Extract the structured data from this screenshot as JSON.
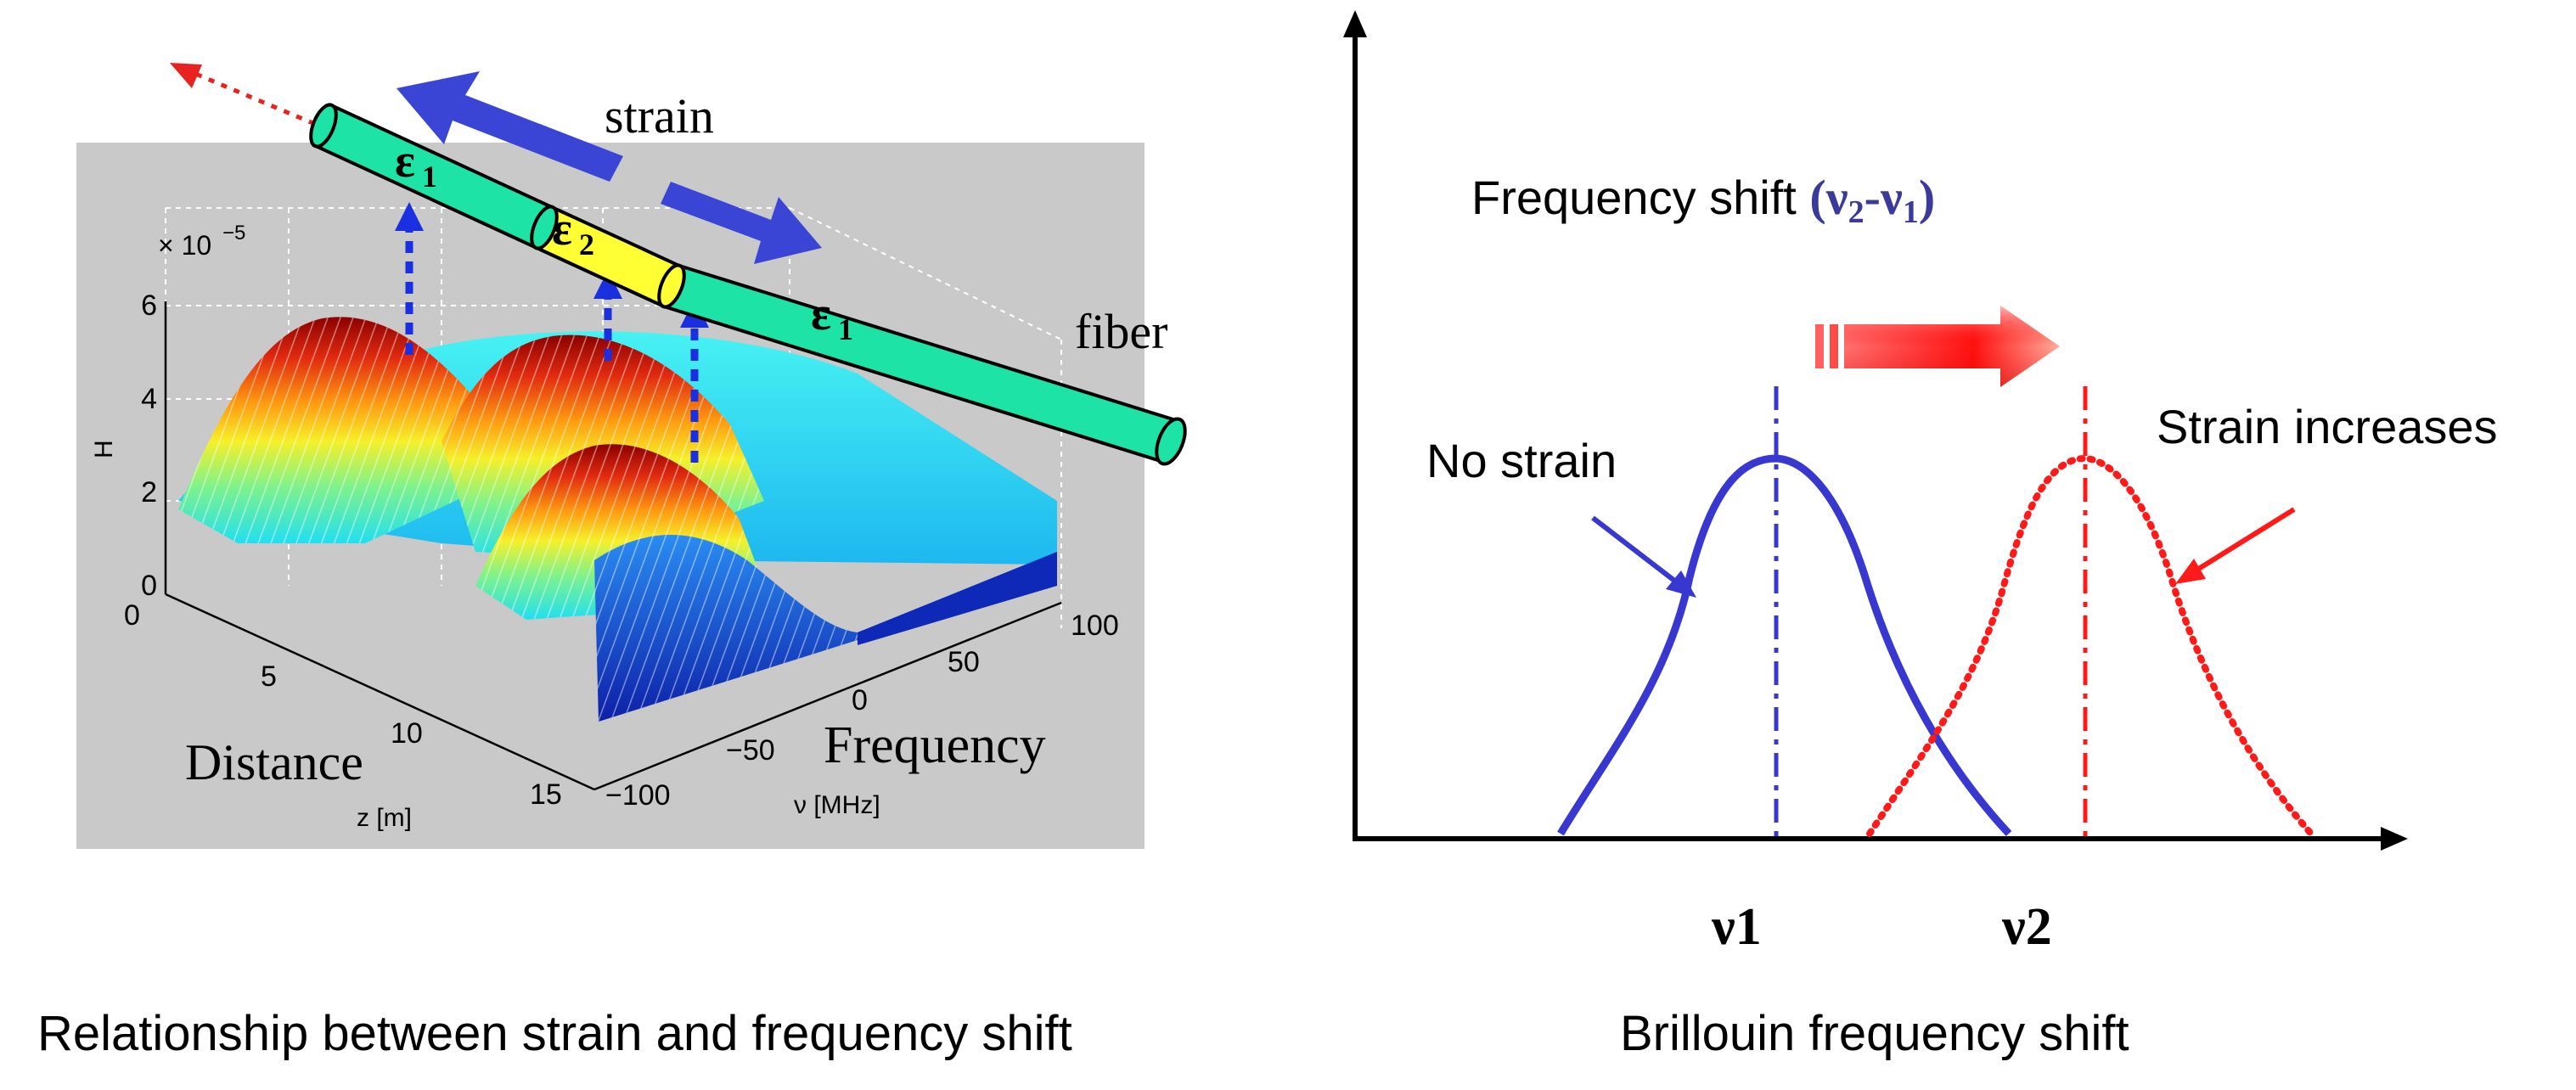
{
  "left_panel": {
    "exponent_label": "× 10",
    "exponent_power": "−5",
    "z_axis": {
      "label": "H",
      "ticks": [
        "0",
        "2",
        "4",
        "6"
      ]
    },
    "distance_axis": {
      "label": "z [m]",
      "ticks": [
        "0",
        "5",
        "10",
        "15"
      ],
      "title": "Distance"
    },
    "frequency_axis": {
      "label": "ν [MHz]",
      "ticks": [
        "−100",
        "−50",
        "0",
        "50",
        "100"
      ],
      "title": "Frequency"
    },
    "fiber": {
      "label": "fiber",
      "strain_label": "strain",
      "segment_1_base": "ε",
      "segment_1_sub": "1",
      "segment_2_base": "ε",
      "segment_2_sub": "2",
      "segment_3_base": "ε",
      "segment_3_sub": "1"
    },
    "colors": {
      "fiber": "#1de3a6",
      "strained_segment": "#ffff33",
      "arrow": "#2a3fd0",
      "light": "#e8231f"
    },
    "caption": "Relationship between strain and frequency shift"
  },
  "right_panel": {
    "title_prefix": "Frequency shift ",
    "title_open": "(ν",
    "title_sub2": "2",
    "title_dash": "-ν",
    "title_sub1": "1",
    "title_close": ")",
    "no_strain_label": "No strain",
    "strain_label": "Strain increases",
    "v1_label": "ν1",
    "v2_label": "ν2",
    "caption": "Brillouin frequency shift",
    "colors": {
      "no_strain_curve": "#3838d0",
      "strain_curve": "#ff1a1a",
      "title_symbols": "#3a3a9a"
    }
  }
}
